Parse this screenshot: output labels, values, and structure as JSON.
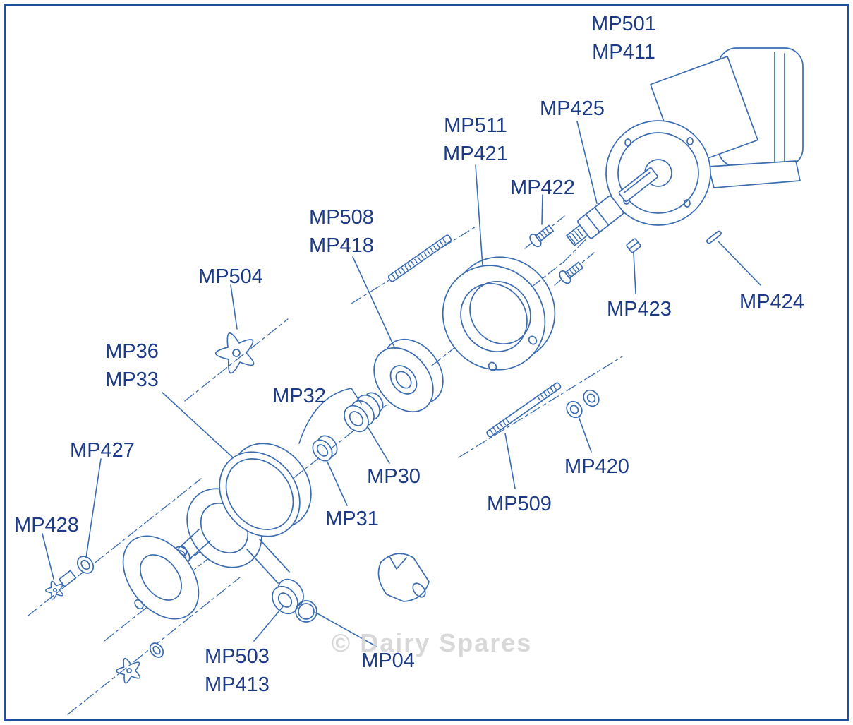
{
  "colors": {
    "line": "#3b6cb0",
    "text": "#1c3a86",
    "border": "#1e4f9c",
    "watermark": "#d2d2d2",
    "background": "#ffffff"
  },
  "watermark": "© Dairy Spares",
  "labels": {
    "mp501_411": {
      "text": "MP501\nMP411"
    },
    "mp425": {
      "text": "MP425"
    },
    "mp511_421": {
      "text": "MP511\nMP421"
    },
    "mp422": {
      "text": "MP422"
    },
    "mp508_418": {
      "text": "MP508\nMP418"
    },
    "mp504": {
      "text": "MP504"
    },
    "mp423": {
      "text": "MP423"
    },
    "mp424": {
      "text": "MP424"
    },
    "mp36_33": {
      "text": "MP36\nMP33"
    },
    "mp32": {
      "text": "MP32"
    },
    "mp427": {
      "text": "MP427"
    },
    "mp30": {
      "text": "MP30"
    },
    "mp31": {
      "text": "MP31"
    },
    "mp428": {
      "text": "MP428"
    },
    "mp420": {
      "text": "MP420"
    },
    "mp509": {
      "text": "MP509"
    },
    "mp503_413": {
      "text": "MP503\nMP413"
    },
    "mp04": {
      "text": "MP04"
    }
  }
}
